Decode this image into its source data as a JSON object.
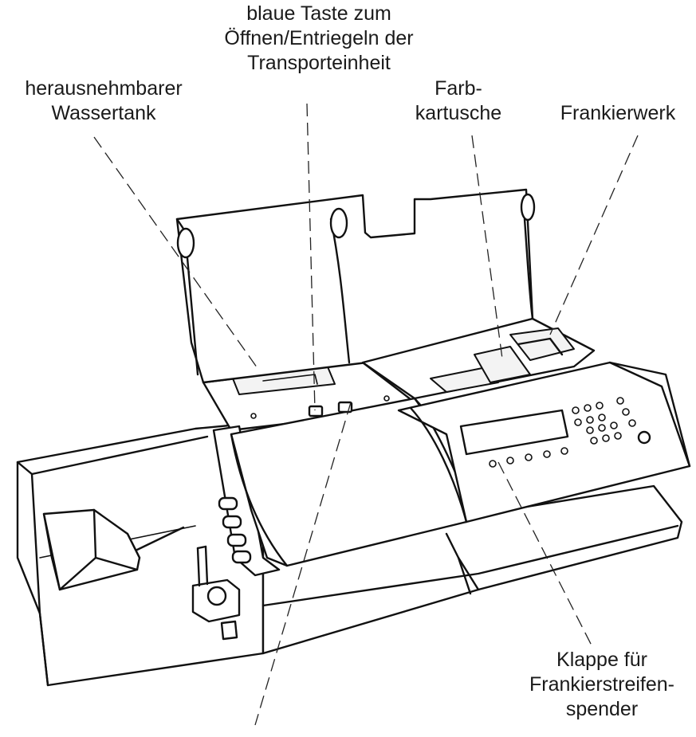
{
  "labels": {
    "blue_key": [
      "blaue Taste zum",
      "Öffnen/Entriegeln der",
      "Transporteinheit"
    ],
    "water_tank": [
      "herausnehmbarer",
      "Wassertank"
    ],
    "ink_cartridge": [
      "Farb-",
      "kartusche"
    ],
    "franking_unit": [
      "Frankierwerk"
    ],
    "strip_dispenser_flap": [
      "Klappe für",
      "Frankierstreifen-",
      "spender"
    ]
  }
}
